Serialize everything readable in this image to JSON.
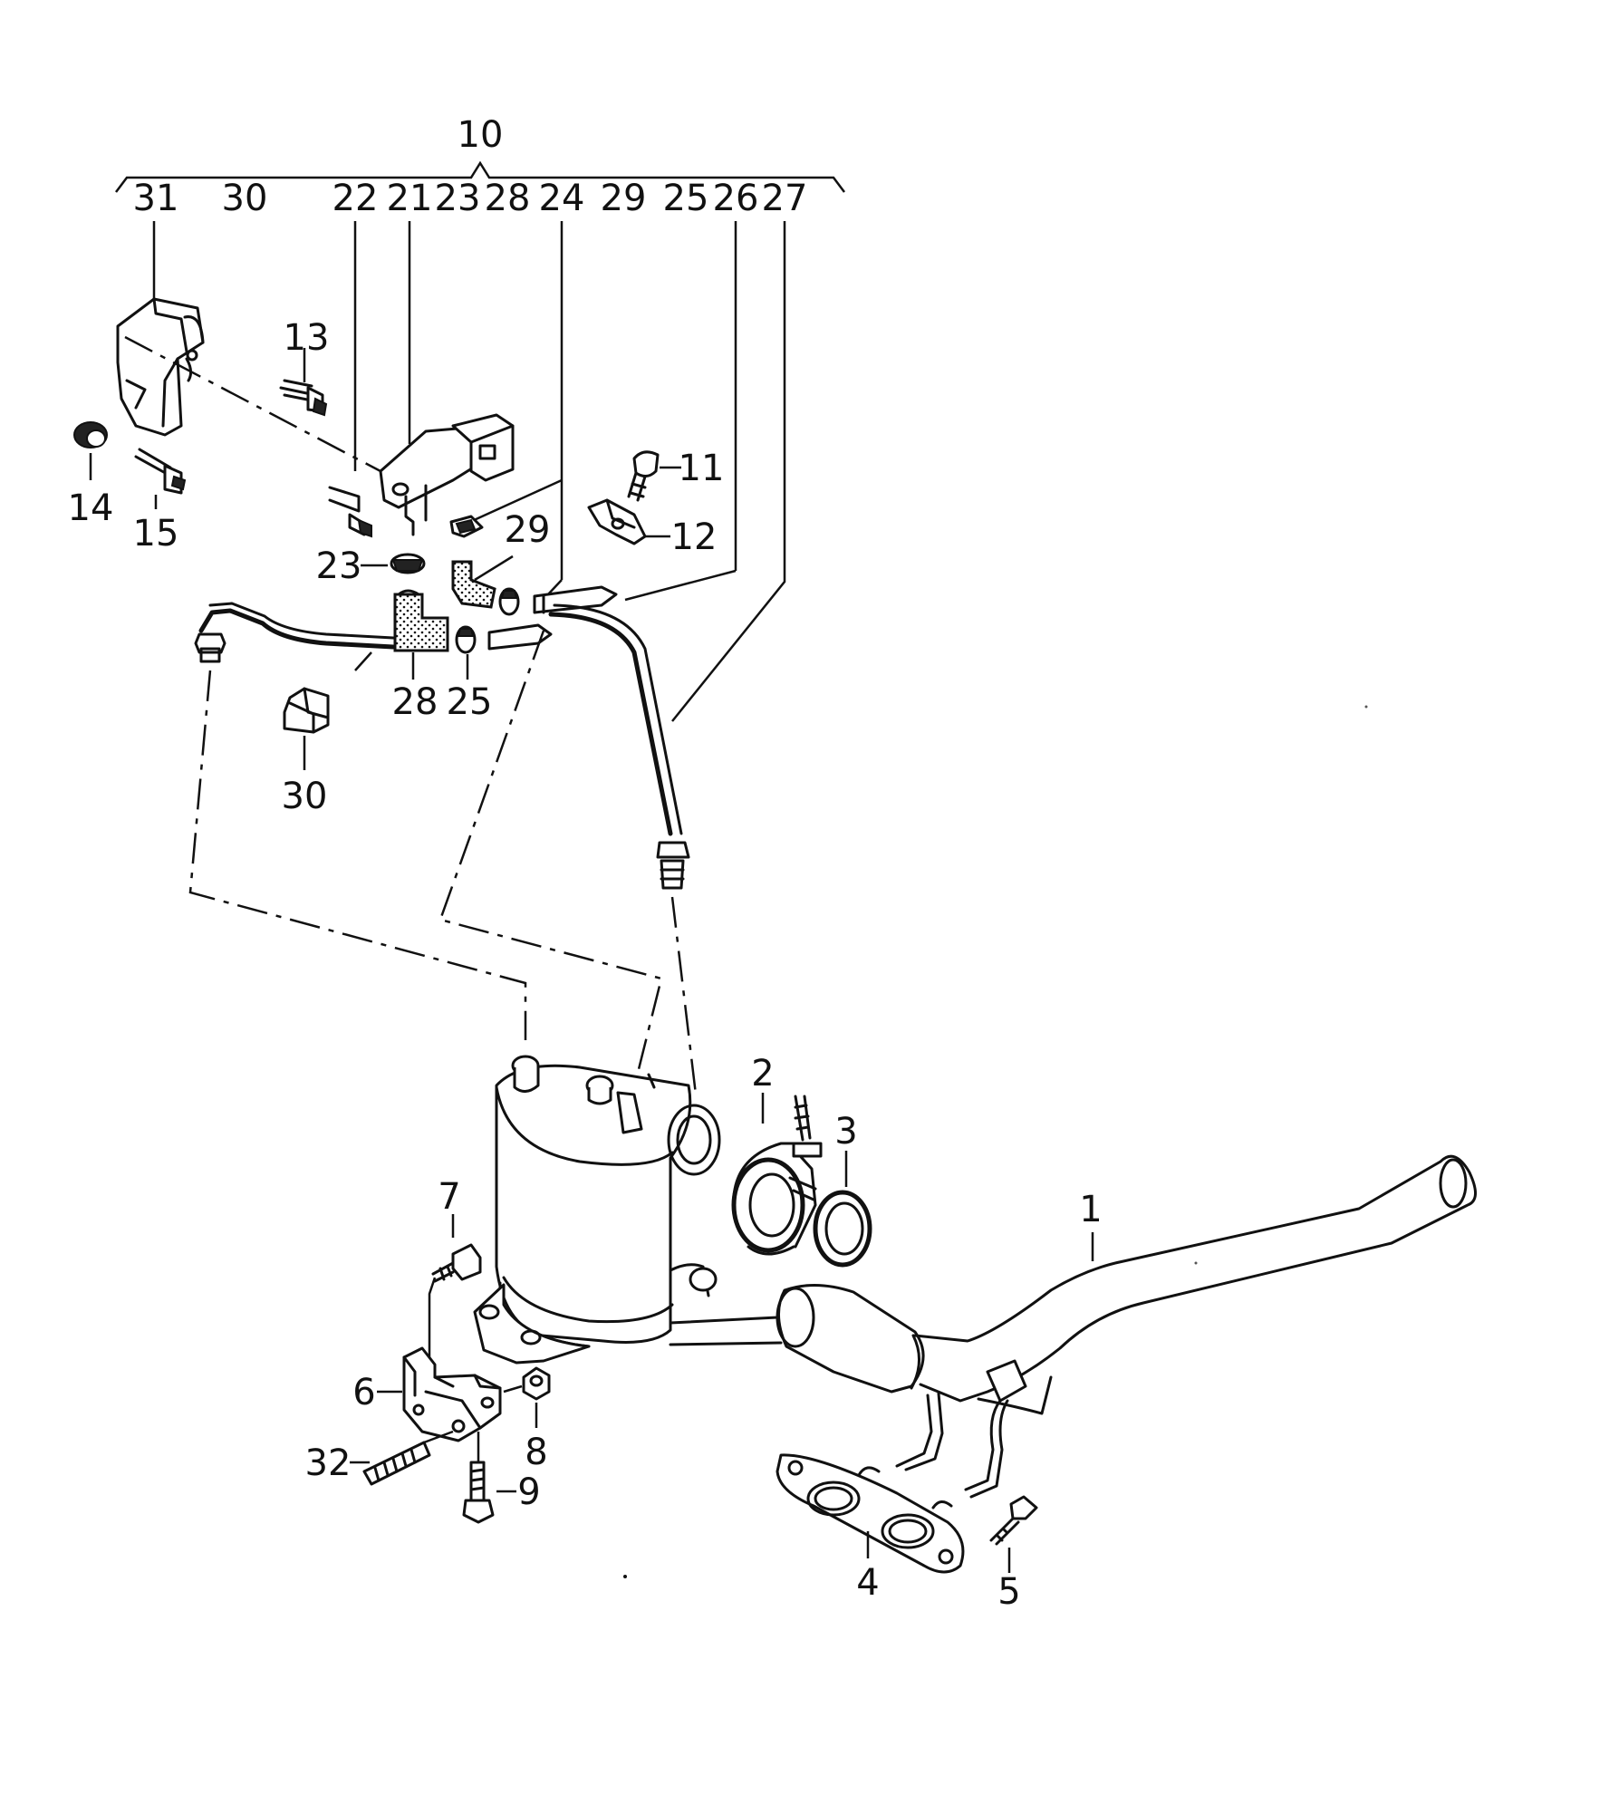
{
  "diagram": {
    "group_label": "10",
    "group_members": [
      "31",
      "30",
      "22",
      "21",
      "23",
      "28",
      "24",
      "29",
      "25",
      "26",
      "27"
    ],
    "labels": {
      "p1": "1",
      "p2": "2",
      "p3": "3",
      "p4": "4",
      "p5": "5",
      "p6": "6",
      "p7": "7",
      "p8": "8",
      "p9": "9",
      "p11": "11",
      "p12": "12",
      "p13": "13",
      "p14": "14",
      "p15": "15",
      "p23": "23",
      "p25": "25",
      "p28": "28",
      "p29": "29",
      "p30": "30",
      "p32": "32"
    }
  }
}
